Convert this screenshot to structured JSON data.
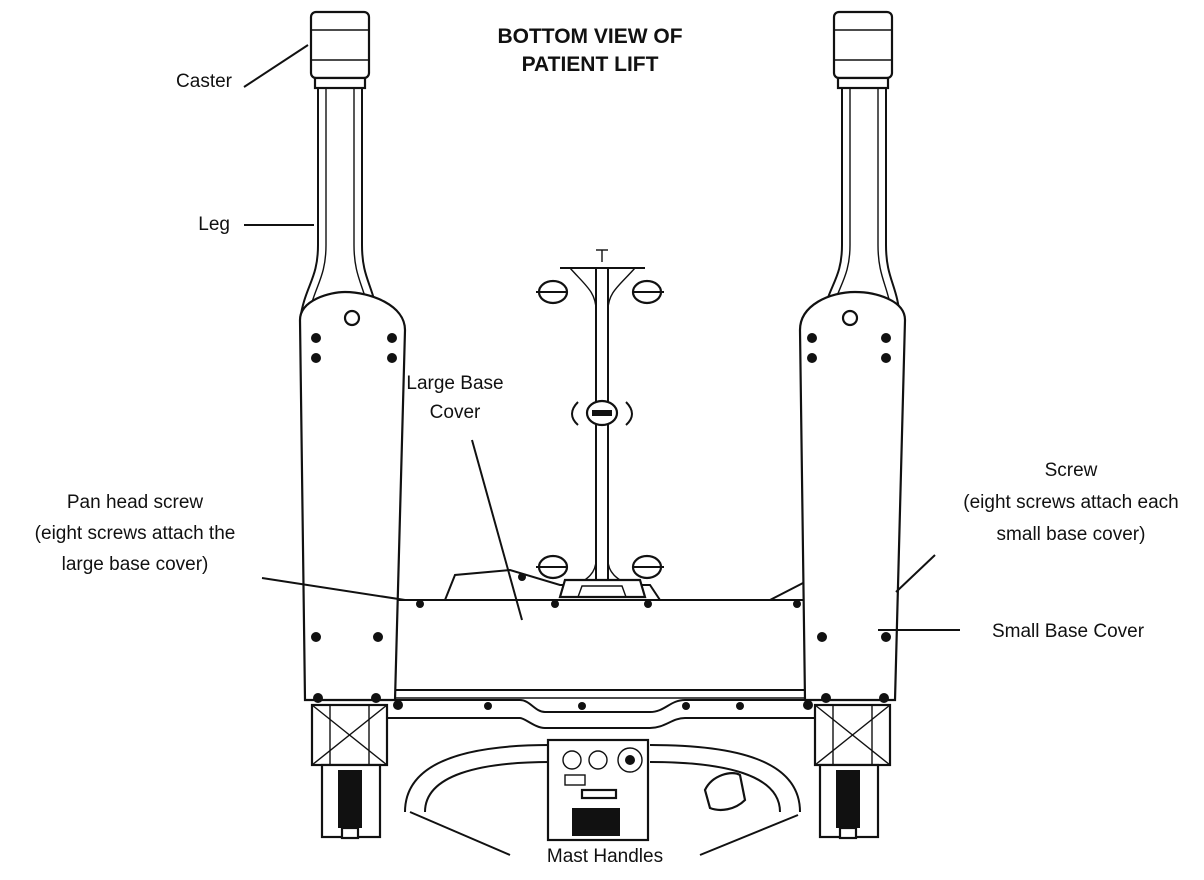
{
  "title": {
    "line1": "BOTTOM VIEW OF",
    "line2": "PATIENT LIFT"
  },
  "labels": {
    "caster": "Caster",
    "leg": "Leg",
    "large_base_cover": [
      "Large Base",
      "Cover"
    ],
    "pan_head_screw": [
      "Pan head screw",
      "(eight screws attach the",
      "large base cover)"
    ],
    "screw": [
      "Screw",
      "(eight screws attach each",
      "small base cover)"
    ],
    "small_base_cover": "Small Base Cover",
    "mast_handles": "Mast Handles"
  }
}
